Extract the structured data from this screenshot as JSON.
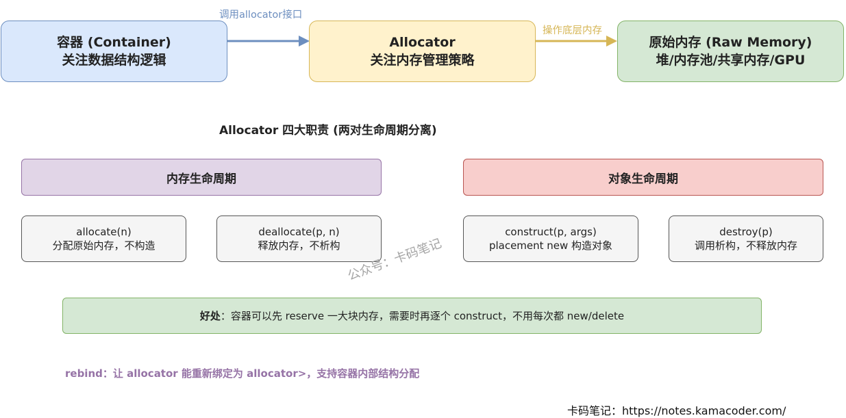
{
  "colors": {
    "blue_fill": "#dae8fc",
    "blue_stroke": "#6c8ebf",
    "yellow_fill": "#fff2cc",
    "yellow_stroke": "#d6b656",
    "green_fill": "#d5e8d4",
    "green_stroke": "#82b366",
    "purple_fill": "#e1d5e7",
    "purple_stroke": "#9673a6",
    "red_fill": "#f8cecc",
    "red_stroke": "#b85450",
    "gray_fill": "#f5f5f5"
  },
  "top_flow": {
    "container": {
      "line1": "容器 (Container)",
      "line2": "关注数据结构逻辑"
    },
    "allocator": {
      "line1": "Allocator",
      "line2": "关注内存管理策略"
    },
    "raw_memory": {
      "line1": "原始内存 (Raw Memory)",
      "line2": "堆/内存池/共享内存/GPU"
    },
    "arrow1_label": "调用allocator接口",
    "arrow2_label": "操作底层内存"
  },
  "section_title": "Allocator 四大职责 (两对生命周期分离)",
  "memory_lifecycle": {
    "title": "内存生命周期",
    "allocate": {
      "line1": "allocate(n)",
      "line2": "分配原始内存，不构造"
    },
    "deallocate": {
      "line1": "deallocate(p, n)",
      "line2": "释放内存，不析构"
    }
  },
  "object_lifecycle": {
    "title": "对象生命周期",
    "construct": {
      "line1": "construct(p, args)",
      "line2": "placement new 构造对象"
    },
    "destroy": {
      "line1": "destroy(p)",
      "line2": "调用析构，不释放内存"
    }
  },
  "benefit": {
    "label": "好处",
    "text": "：容器可以先 reserve 一大块内存，需要时再逐个 construct，不用每次都 new/delete"
  },
  "rebind_note": "rebind：让 allocator 能重新绑定为 allocator>，支持容器内部结构分配",
  "watermark": "公众号：卡码笔记",
  "footer": "卡码笔记：https://notes.kamacoder.com/"
}
